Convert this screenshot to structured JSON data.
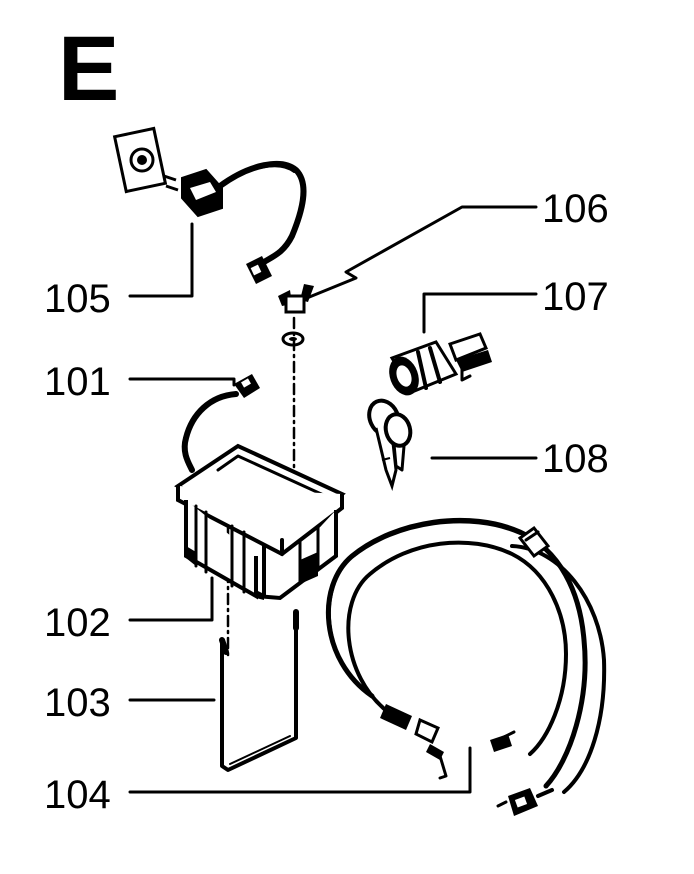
{
  "section": {
    "letter": "E"
  },
  "parts": [
    {
      "id": "p101",
      "number": "101"
    },
    {
      "id": "p102",
      "number": "102"
    },
    {
      "id": "p103",
      "number": "103"
    },
    {
      "id": "p104",
      "number": "104"
    },
    {
      "id": "p105",
      "number": "105"
    },
    {
      "id": "p106",
      "number": "106"
    },
    {
      "id": "p107",
      "number": "107"
    },
    {
      "id": "p108",
      "number": "108"
    }
  ]
}
